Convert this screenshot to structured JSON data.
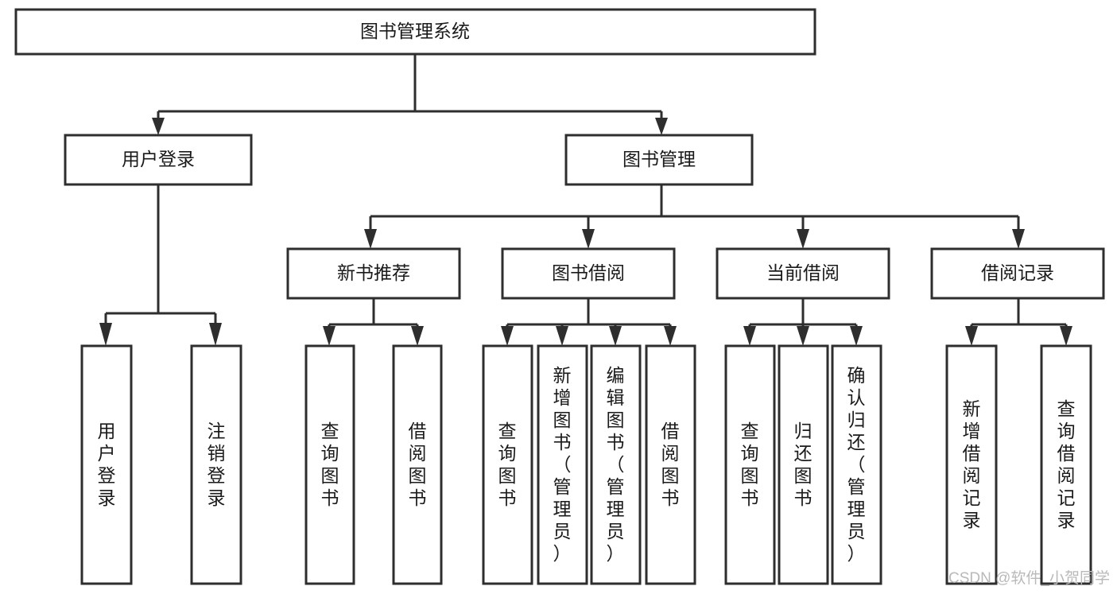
{
  "diagram": {
    "title": "图书管理系统",
    "type": "tree",
    "root": {
      "id": "root",
      "label": "图书管理系统",
      "orientation": "horizontal"
    },
    "level2": [
      {
        "id": "user-login",
        "label": "用户登录",
        "orientation": "horizontal"
      },
      {
        "id": "book-management",
        "label": "图书管理",
        "orientation": "horizontal"
      }
    ],
    "level3": [
      {
        "id": "new-book-recommend",
        "label": "新书推荐",
        "orientation": "horizontal",
        "parent": "book-management"
      },
      {
        "id": "book-borrow",
        "label": "图书借阅",
        "orientation": "horizontal",
        "parent": "book-management"
      },
      {
        "id": "current-borrow",
        "label": "当前借阅",
        "orientation": "horizontal",
        "parent": "book-management"
      },
      {
        "id": "borrow-record",
        "label": "借阅记录",
        "orientation": "horizontal",
        "parent": "book-management"
      }
    ],
    "leaves": [
      {
        "id": "leaf-user-login",
        "label": "用户登录",
        "orientation": "vertical",
        "parent": "user-login"
      },
      {
        "id": "leaf-user-logout",
        "label": "注销登录",
        "orientation": "vertical",
        "parent": "user-login"
      },
      {
        "id": "leaf-query-book-1",
        "label": "查询图书",
        "orientation": "vertical",
        "parent": "new-book-recommend"
      },
      {
        "id": "leaf-borrow-book-1",
        "label": "借阅图书",
        "orientation": "vertical",
        "parent": "new-book-recommend"
      },
      {
        "id": "leaf-query-book-2",
        "label": "查询图书",
        "orientation": "vertical",
        "parent": "book-borrow"
      },
      {
        "id": "leaf-add-book",
        "label": "新增图书（管理员）",
        "orientation": "vertical",
        "parent": "book-borrow"
      },
      {
        "id": "leaf-edit-book",
        "label": "编辑图书（管理员）",
        "orientation": "vertical",
        "parent": "book-borrow"
      },
      {
        "id": "leaf-borrow-book-2",
        "label": "借阅图书",
        "orientation": "vertical",
        "parent": "book-borrow"
      },
      {
        "id": "leaf-query-book-3",
        "label": "查询图书",
        "orientation": "vertical",
        "parent": "current-borrow"
      },
      {
        "id": "leaf-return-book",
        "label": "归还图书",
        "orientation": "vertical",
        "parent": "current-borrow"
      },
      {
        "id": "leaf-confirm-return",
        "label": "确认归还（管理员）",
        "orientation": "vertical",
        "parent": "current-borrow"
      },
      {
        "id": "leaf-add-record",
        "label": "新增借阅记录",
        "orientation": "vertical",
        "parent": "borrow-record"
      },
      {
        "id": "leaf-query-record",
        "label": "查询借阅记录",
        "orientation": "vertical",
        "parent": "borrow-record"
      }
    ]
  },
  "watermark": {
    "text": "CSDN @软件_小贺同学"
  },
  "colors": {
    "stroke": "#2e2e2e",
    "fill": "#ffffff",
    "text": "#1a1a1a",
    "watermark": "#b9b9b9"
  }
}
